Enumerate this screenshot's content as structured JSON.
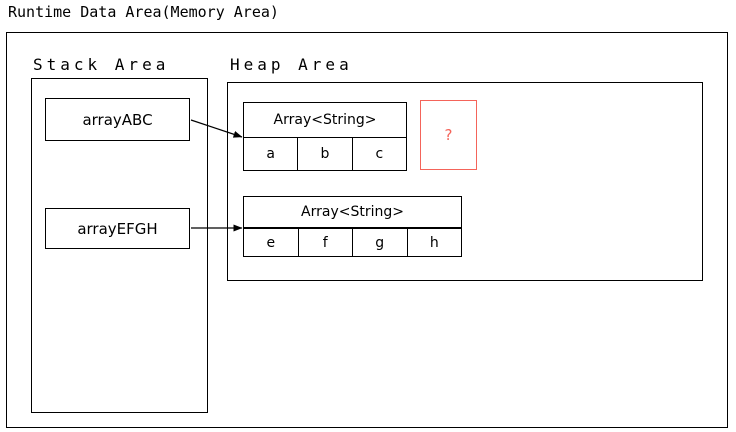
{
  "title": "Runtime Data Area(Memory Area)",
  "areas": {
    "stack": {
      "label": "Stack Area"
    },
    "heap": {
      "label": "Heap Area"
    }
  },
  "stack_variables": [
    {
      "name": "arrayABC"
    },
    {
      "name": "arrayEFGH"
    }
  ],
  "heap_objects": [
    {
      "header": "Array<String>",
      "cells": [
        "a",
        "b",
        "c"
      ]
    },
    {
      "header": "Array<String>",
      "cells": [
        "e",
        "f",
        "g",
        "h"
      ]
    }
  ],
  "unknown_box": {
    "text": "?",
    "color": "#f4645a"
  },
  "references": [
    {
      "from": "arrayABC",
      "to": "Array<String> [a,b,c]"
    },
    {
      "from": "arrayEFGH",
      "to": "Array<String> [e,f,g,h]"
    }
  ],
  "colors": {
    "stroke": "#000000",
    "background": "#ffffff",
    "accent_red": "#f4645a"
  }
}
